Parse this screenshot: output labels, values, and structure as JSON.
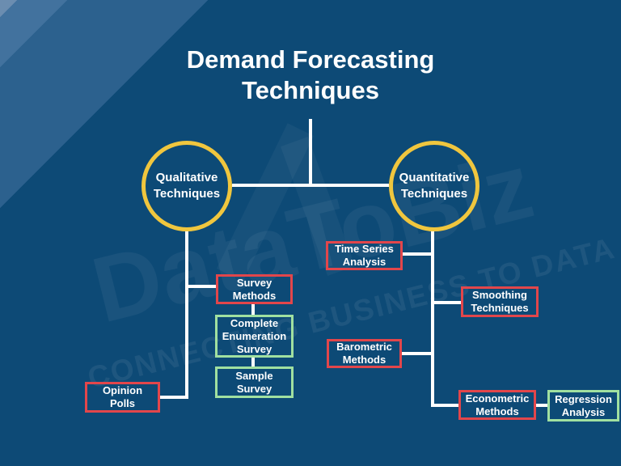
{
  "title": {
    "text": "Demand Forecasting Techniques"
  },
  "watermark": {
    "brand": "DataToBiz",
    "tagline": "CONNECTING BUSINESS TO DATA"
  },
  "colors": {
    "background": "#0d4a76",
    "corner_stripe_light": "#6b8db0",
    "corner_stripe_mid": "#42729e",
    "corner_stripe_dark": "#2c618e",
    "circle_border_yellow": "#f0c63e",
    "box_border_red": "#e2464b",
    "box_border_green": "#a0e0a0",
    "connector_line": "#ffffff",
    "text": "#ffffff"
  },
  "nodes": {
    "qualitative": {
      "label": "Qualitative Techniques"
    },
    "quantitative": {
      "label": "Quantitative Techniques"
    },
    "survey_methods": {
      "label": "Survey Methods"
    },
    "complete_enumeration_survey": {
      "label": "Complete Enumeration Survey"
    },
    "sample_survey": {
      "label": "Sample Survey"
    },
    "opinion_polls": {
      "label": "Opinion Polls"
    },
    "time_series_analysis": {
      "label": "Time Series Analysis"
    },
    "smoothing_techniques": {
      "label": "Smoothing Techniques"
    },
    "barometric_methods": {
      "label": "Barometric Methods"
    },
    "econometric_methods": {
      "label": "Econometric Methods"
    },
    "regression_analysis": {
      "label": "Regression Analysis"
    }
  }
}
